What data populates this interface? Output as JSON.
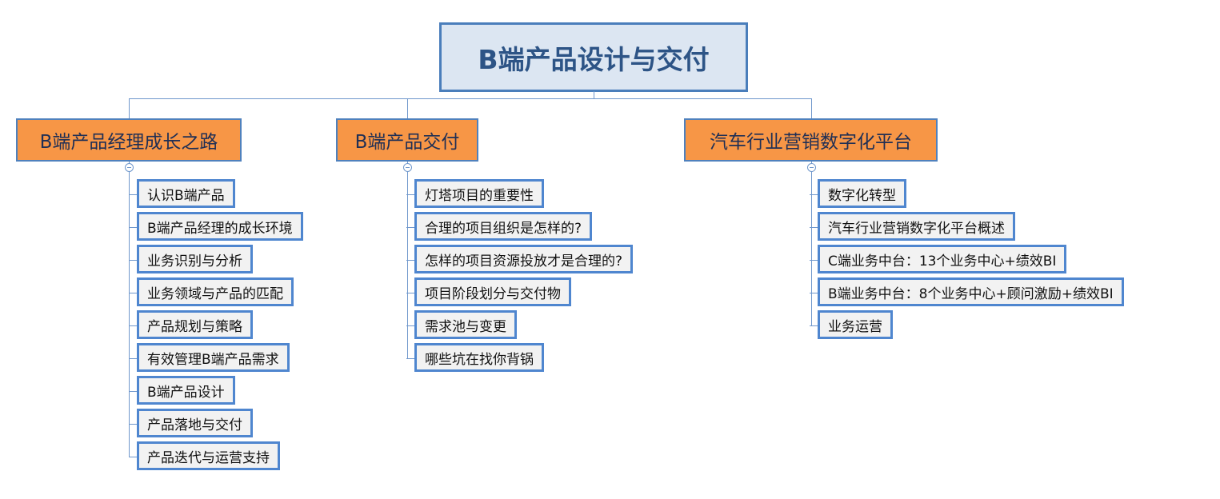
{
  "root": {
    "title": "B端产品设计与交付"
  },
  "branches": [
    {
      "title": "B端产品经理成长之路",
      "children": [
        "认识B端产品",
        "B端产品经理的成长环境",
        "业务识别与分析",
        "业务领域与产品的匹配",
        "产品规划与策略",
        "有效管理B端产品需求",
        "B端产品设计",
        "产品落地与交付",
        "产品迭代与运营支持"
      ]
    },
    {
      "title": "B端产品交付",
      "children": [
        "灯塔项目的重要性",
        "合理的项目组织是怎样的?",
        "怎样的项目资源投放才是合理的?",
        "项目阶段划分与交付物",
        "需求池与变更",
        "哪些坑在找你背锅"
      ]
    },
    {
      "title": "汽车行业营销数字化平台",
      "children": [
        "数字化转型",
        "汽车行业营销数字化平台概述",
        "C端业务中台：13个业务中心+绩效BI",
        "B端业务中台：8个业务中心+顾问激励+绩效BI",
        "业务运营"
      ]
    }
  ]
}
